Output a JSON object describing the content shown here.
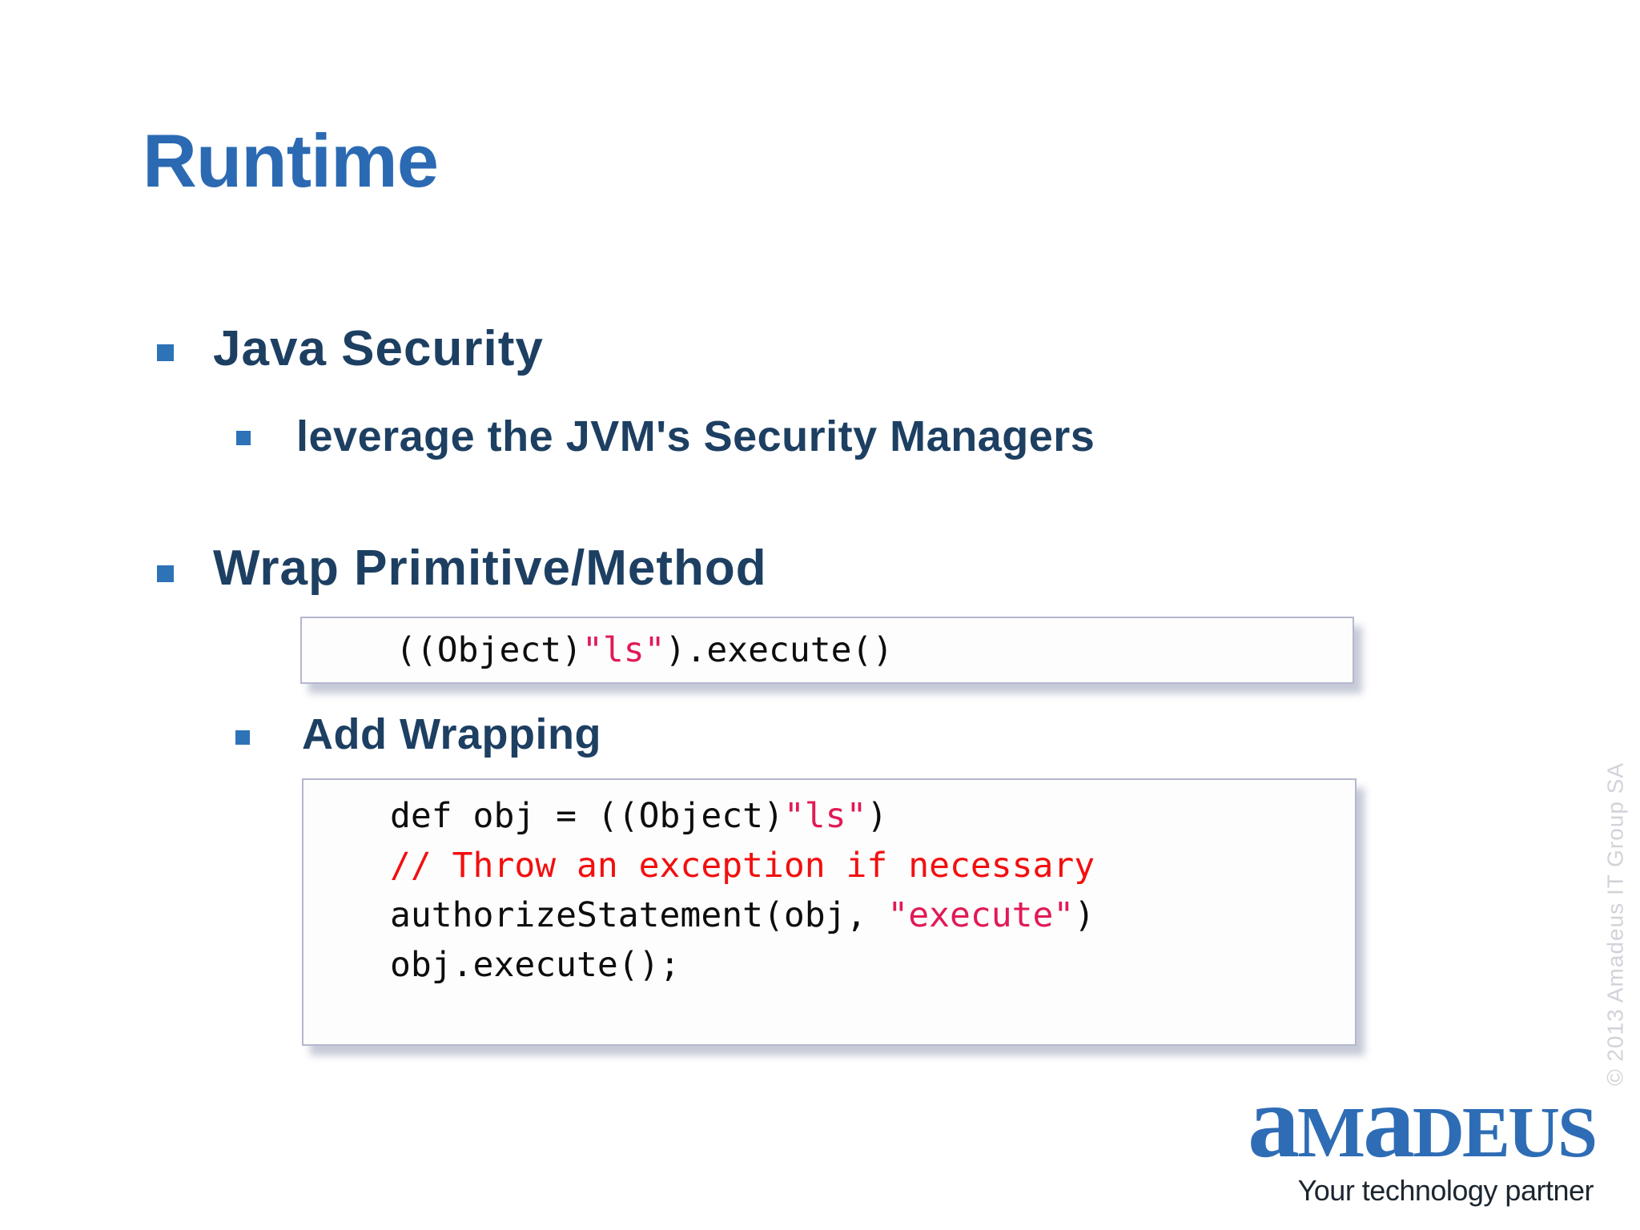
{
  "title": "Runtime",
  "bullets": [
    {
      "level": 1,
      "text": "Java Security"
    },
    {
      "level": 2,
      "text": "leverage the JVM's Security Managers"
    },
    {
      "level": 1,
      "text": "Wrap Primitive/Method"
    },
    {
      "level": 2,
      "text": "Add Wrapping"
    }
  ],
  "code_boxes": [
    {
      "name": "wrap-primitive-example",
      "lines": [
        [
          {
            "type": "plain",
            "text": "((Object)"
          },
          {
            "type": "string",
            "text": "\"ls\""
          },
          {
            "type": "plain",
            "text": ").execute()"
          }
        ]
      ]
    },
    {
      "name": "add-wrapping-example",
      "lines": [
        [
          {
            "type": "plain",
            "text": "def obj = ((Object)"
          },
          {
            "type": "string",
            "text": "\"ls\""
          },
          {
            "type": "plain",
            "text": ")"
          }
        ],
        [
          {
            "type": "comment",
            "text": "// Throw an exception if necessary"
          }
        ],
        [
          {
            "type": "plain",
            "text": "authorizeStatement(obj, "
          },
          {
            "type": "string",
            "text": "\"execute\""
          },
          {
            "type": "plain",
            "text": ")"
          }
        ],
        [
          {
            "type": "plain",
            "text": "obj.execute();"
          }
        ]
      ]
    }
  ],
  "footer": {
    "copyright": "© 2013 Amadeus IT Group SA",
    "logo_letters": [
      {
        "t": "a",
        "style": "lower"
      },
      {
        "t": "M",
        "style": "upper"
      },
      {
        "t": "a",
        "style": "lower"
      },
      {
        "t": "D",
        "style": "upper"
      },
      {
        "t": "E",
        "style": "upper"
      },
      {
        "t": "U",
        "style": "upper"
      },
      {
        "t": "S",
        "style": "upper"
      }
    ],
    "tagline": "Your technology partner"
  },
  "colors": {
    "bg": "#ffffff",
    "title_blue": "#2b6ab3",
    "navy": "#1d3f62",
    "bullet_blue": "#2e72b8",
    "code_black": "#0d0d0d",
    "string_pink": "#e11a55",
    "comment_red": "#f20f0f",
    "box_border": "#b5b7ce",
    "copyright_gray": "#d2d2da",
    "logo_blue": "#2e6db5",
    "tagline_dark": "#1c2630"
  }
}
